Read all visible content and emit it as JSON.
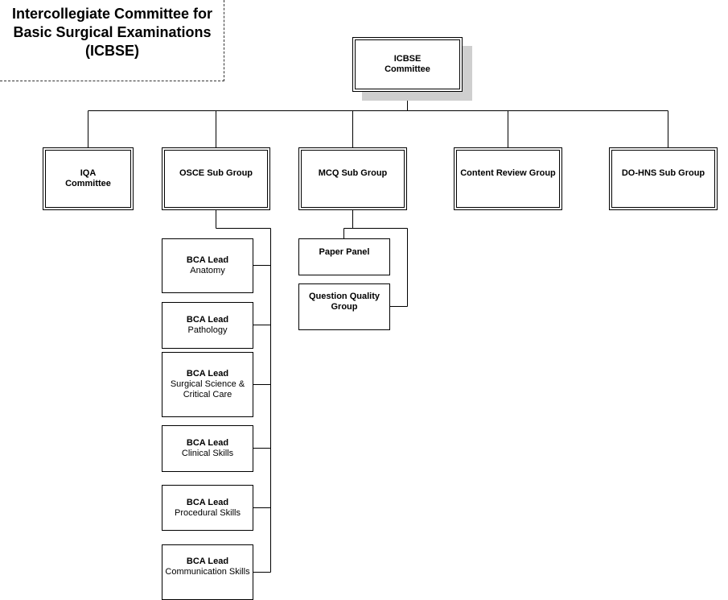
{
  "title": {
    "line1": "Intercollegiate Committee for",
    "line2": "Basic Surgical Examinations",
    "line3": "(ICBSE)"
  },
  "root": {
    "line1": "ICBSE",
    "line2": "Committee"
  },
  "level1": {
    "iqa": {
      "line1": "IQA",
      "line2": "Committee"
    },
    "osce": "OSCE Sub Group",
    "mcq": "MCQ Sub Group",
    "content_review": "Content Review Group",
    "dohns": "DO-HNS Sub Group"
  },
  "osce_children": [
    {
      "title": "BCA Lead",
      "subtitle": "Anatomy"
    },
    {
      "title": "BCA Lead",
      "subtitle": "Pathology"
    },
    {
      "title": "BCA Lead",
      "subtitle": "Surgical Science &",
      "subtitle2": "Critical Care"
    },
    {
      "title": "BCA Lead",
      "subtitle": "Clinical Skills"
    },
    {
      "title": "BCA Lead",
      "subtitle": "Procedural Skills"
    },
    {
      "title": "BCA Lead",
      "subtitle": "Communication Skills"
    }
  ],
  "mcq_children": {
    "paper_panel": "Paper Panel",
    "question_quality": {
      "line1": "Question Quality",
      "line2": "Group"
    }
  }
}
